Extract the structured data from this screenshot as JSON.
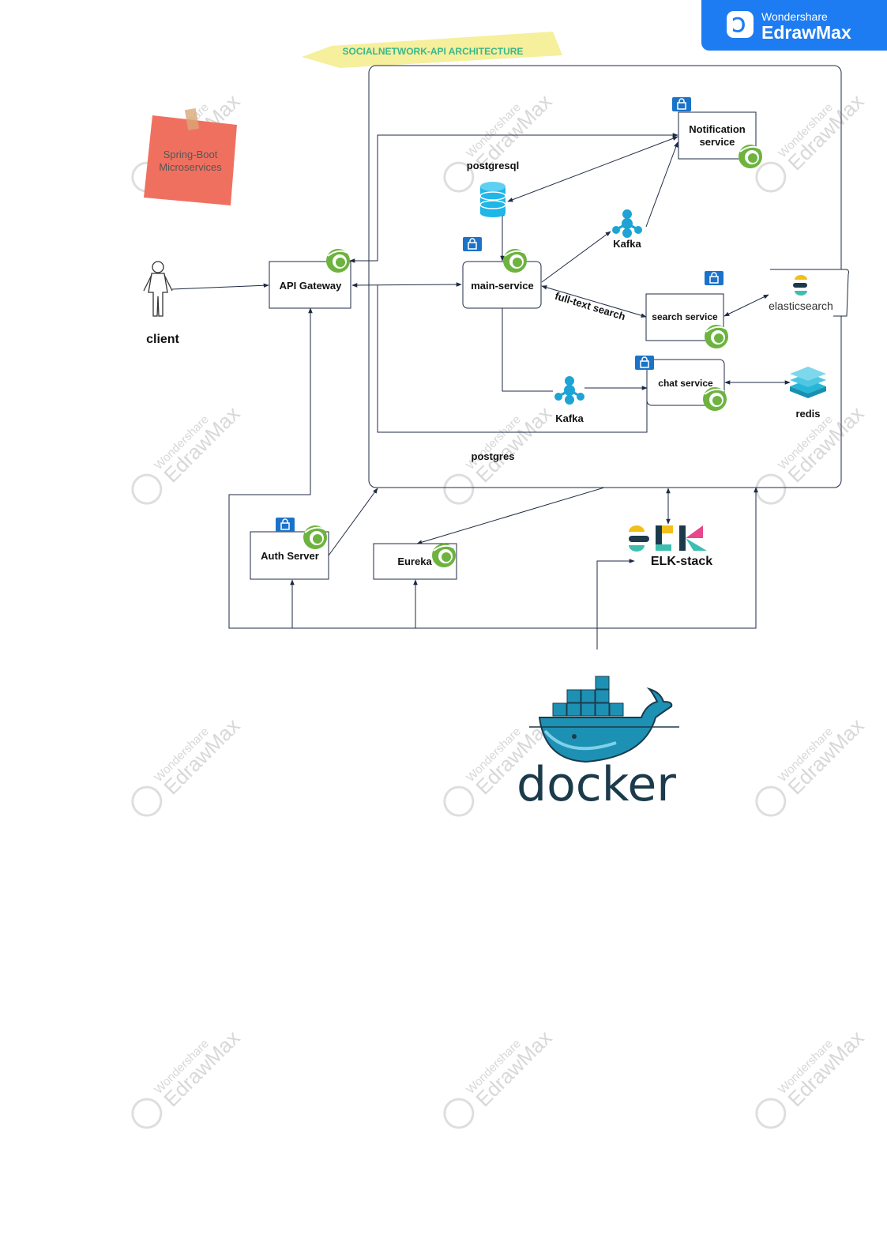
{
  "brand": {
    "line1": "Wondershare",
    "line2": "EdrawMax"
  },
  "title": "SOCIALNETWORK-API  ARCHITECTURE",
  "note": {
    "line1": "Spring-Boot",
    "line2": "Microservices"
  },
  "nodes": {
    "client": "client",
    "api_gateway": "API Gateway",
    "main_service": "main-service",
    "notification_line1": "Notification",
    "notification_line2": "service",
    "postgresql": "postgresql",
    "kafka_top": "Kafka",
    "search_service": "search service",
    "elasticsearch": "elasticsearch",
    "chat_service": "chat service",
    "kafka_bottom": "Kafka",
    "redis": "redis",
    "postgres": "postgres",
    "auth_server": "Auth Server",
    "eureka": "Eureka",
    "elk_stack": "ELK-stack",
    "docker": "docker"
  },
  "edge_labels": {
    "full_text_search": "full-text search"
  },
  "watermark": {
    "line1": "Wondershare",
    "line2": "EdrawMax"
  },
  "colors": {
    "brand": "#1d7cf2",
    "connector": "#1f2a44",
    "spring_green": "#6db33f",
    "lock_badge": "#1a73c8",
    "kafka_cyan": "#1ea3d4",
    "db_cyan": "#1fb6e8",
    "redis_cyan": "#27b6d8",
    "docker_blue": "#1d91b4",
    "docker_dark": "#1b3a4b",
    "title_banner": "#f6ef9c",
    "title_text": "#3ab88c",
    "note_red": "#f07060"
  },
  "icons": [
    "spring-icon",
    "lock-icon",
    "kafka-icon",
    "database-icon",
    "redis-icon",
    "elasticsearch-icon",
    "elk-icon",
    "docker-icon",
    "person-icon",
    "edrawmax-logo"
  ]
}
